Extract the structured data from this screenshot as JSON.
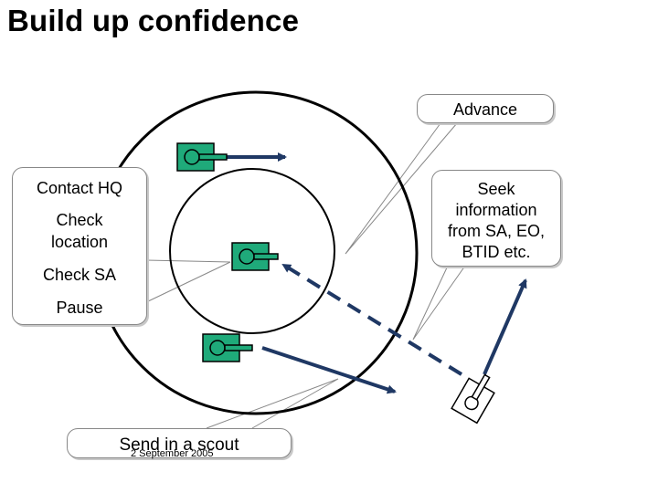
{
  "title": "Build up confidence",
  "callouts": {
    "advance": "Advance",
    "seek_line1": "Seek",
    "seek_line2": "information",
    "seek_line3": "from SA, EO,",
    "seek_line4": "BTID etc.",
    "contact_hq": "Contact HQ",
    "check_location_line1": "Check",
    "check_location_line2": "location",
    "check_sa": "Check SA",
    "pause": "Pause",
    "send_scout": "Send in a scout"
  },
  "footer": {
    "date": "2 September 2005"
  },
  "colors": {
    "tank_fill": "#1faa7a",
    "arrow": "#1f3864",
    "circle": "#000000"
  },
  "icons": [
    "tank-icon",
    "scout-tank-icon",
    "arrow"
  ]
}
